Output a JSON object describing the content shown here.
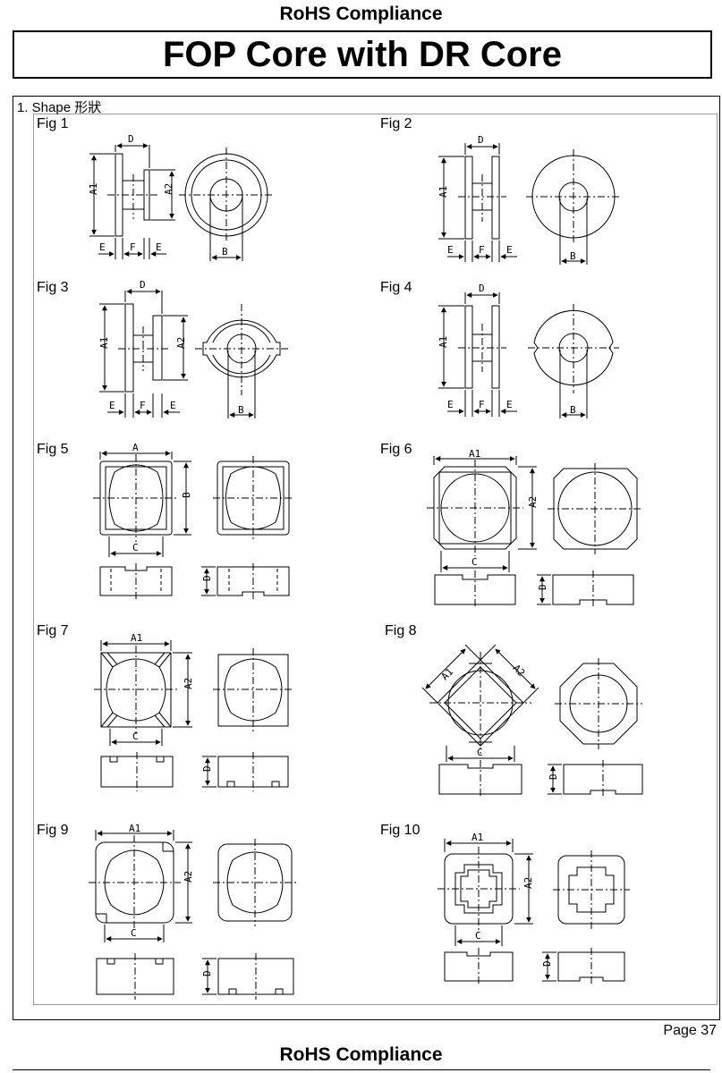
{
  "header": {
    "compliance": "RoHS Compliance",
    "title": "FOP Core with DR Core"
  },
  "section": {
    "label": "1. Shape 形狀"
  },
  "figures": [
    {
      "label": "Fig 1",
      "dims": [
        "D",
        "A1",
        "A2",
        "E",
        "F",
        "E",
        "B"
      ]
    },
    {
      "label": "Fig 2",
      "dims": [
        "D",
        "A1",
        "E",
        "F",
        "E",
        "B"
      ]
    },
    {
      "label": "Fig 3",
      "dims": [
        "D",
        "A1",
        "A2",
        "E",
        "F",
        "E",
        "B"
      ]
    },
    {
      "label": "Fig 4",
      "dims": [
        "D",
        "A1",
        "E",
        "F",
        "E",
        "B"
      ]
    },
    {
      "label": "Fig 5",
      "dims": [
        "A",
        "B",
        "C",
        "D"
      ]
    },
    {
      "label": "Fig 6",
      "dims": [
        "A1",
        "A2",
        "C",
        "D"
      ]
    },
    {
      "label": "Fig 7",
      "dims": [
        "A1",
        "A2",
        "C",
        "D"
      ]
    },
    {
      "label": "Fig 8",
      "dims": [
        "A1",
        "A2",
        "C",
        "D"
      ]
    },
    {
      "label": "Fig 9",
      "dims": [
        "A1",
        "A2",
        "C",
        "D"
      ]
    },
    {
      "label": "Fig 10",
      "dims": [
        "A1",
        "A2",
        "C",
        "D"
      ]
    }
  ],
  "footer": {
    "page": "Page 37",
    "compliance": "RoHS Compliance"
  }
}
